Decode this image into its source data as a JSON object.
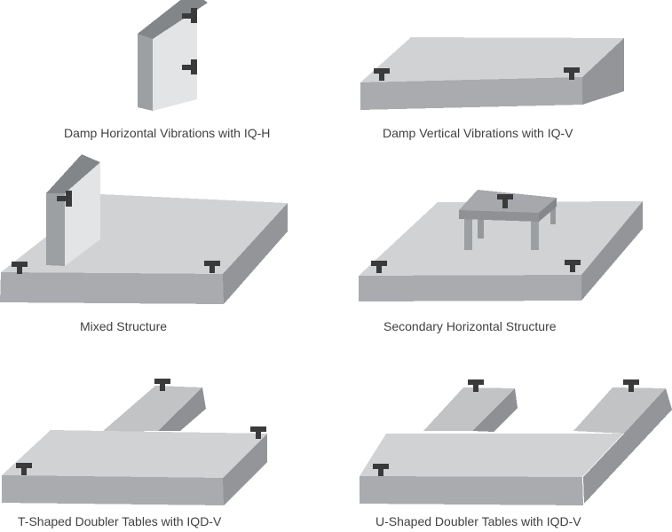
{
  "palette": {
    "background": "#ffffff",
    "slab_top": "#d1d2d4",
    "slab_front": "#a9abae",
    "slab_side": "#939598",
    "arm_top": "#c2c3c5",
    "arm_side": "#8e9093",
    "panel_face": "#e3e4e5",
    "panel_side": "#9da0a2",
    "panel_top": "#838689",
    "table_top": "#a7a8ab",
    "table_skirt": "#8f9194",
    "table_skirt_dark": "#85878a",
    "table_leg": "#9da0a2",
    "table_leg_back": "#96989b",
    "damper": "#3a3a3b",
    "caption_text": "#414142"
  },
  "figures": [
    {
      "caption": "Damp Horizontal Vibrations with IQ-H",
      "dampers": 2
    },
    {
      "caption": "Damp Vertical Vibrations with IQ-V",
      "dampers": 2
    },
    {
      "caption": "Mixed Structure",
      "dampers": 3
    },
    {
      "caption": "Secondary Horizontal Structure",
      "dampers": 3
    },
    {
      "caption": "T-Shaped Doubler Tables with IQD-V",
      "dampers": 3
    },
    {
      "caption": "U-Shaped Doubler Tables with IQD-V",
      "dampers": 3
    }
  ]
}
